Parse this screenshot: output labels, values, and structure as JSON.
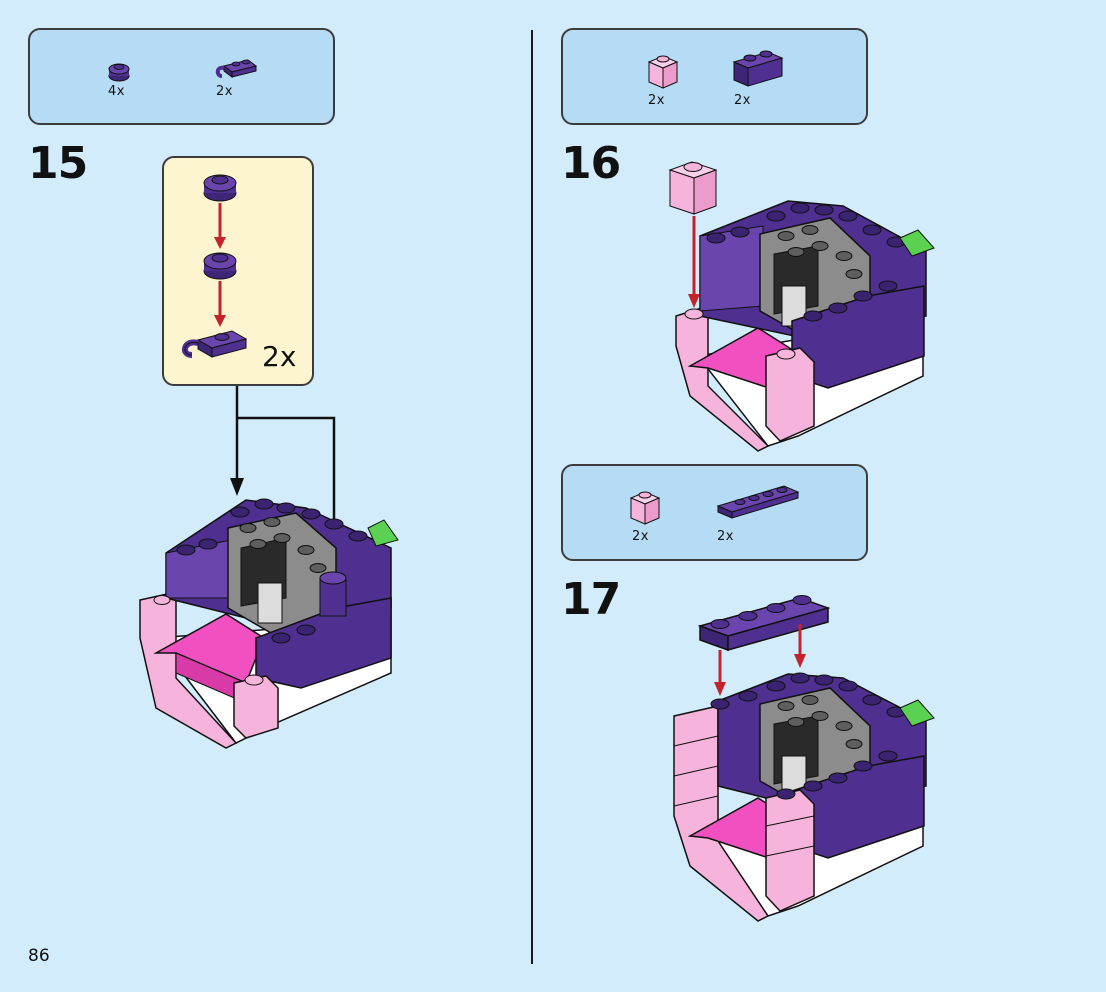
{
  "page_number": "86",
  "colors": {
    "background": "#d3ecfb",
    "parts_box": "#b6dcf5",
    "callout_box": "#fdf5d0",
    "dark_purple": "#4f2f8f",
    "purple": "#6a45ad",
    "pink_light": "#f6b4dc",
    "magenta": "#f050c0",
    "grey": "#8c8c8c",
    "arrow_red": "#c4232c"
  },
  "steps": [
    {
      "number": "15",
      "parts": [
        {
          "icon": "round-plate-1x1-dark-purple-icon",
          "qty": "4x"
        },
        {
          "icon": "plate-with-clip-dark-purple-icon",
          "qty": "2x"
        }
      ],
      "callout": {
        "qty": "2x"
      }
    },
    {
      "number": "16",
      "parts": [
        {
          "icon": "brick-1x1-pink-icon",
          "qty": "2x"
        },
        {
          "icon": "brick-1x2-dark-purple-icon",
          "qty": "2x"
        }
      ]
    },
    {
      "number": "17",
      "parts": [
        {
          "icon": "brick-1x1-pink-icon",
          "qty": "2x"
        },
        {
          "icon": "plate-1x4-dark-purple-icon",
          "qty": "2x"
        }
      ]
    }
  ]
}
